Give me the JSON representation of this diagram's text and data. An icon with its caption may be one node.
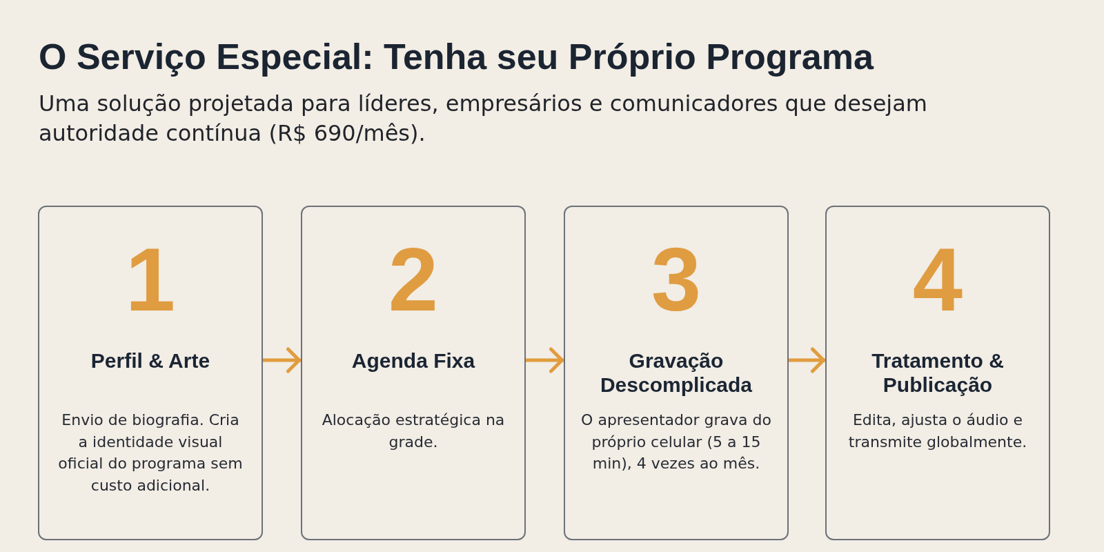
{
  "diagram": {
    "title": "O Serviço Especial: Tenha seu Próprio Programa",
    "nodes": [
      {
        "text": [
          "1",
          "Perfil & Arte",
          "Envio de biografia. Cria a identidade visual oficial do programa sem custo adicional."
        ]
      },
      {
        "text": [
          "2",
          "Agenda Fixa",
          "Alocação estratégica na grade."
        ]
      },
      {
        "text": [
          "3",
          "Gravação Descomplicada",
          "O apresentador grava do próprio celular (5 a 15 min), 4 vezes ao mês."
        ]
      },
      {
        "text": [
          "4",
          "Tratamento & Publicação",
          "Edita, ajusta o áudio e transmite globalmente."
        ]
      }
    ],
    "edges": [
      {
        "from": 0,
        "to": 1,
        "arrow": "to"
      },
      {
        "from": 1,
        "to": 2,
        "arrow": "to"
      },
      {
        "from": 2,
        "to": 3,
        "arrow": "to"
      }
    ],
    "labels": [
      "Uma solução projetada para líderes, empresários e comunicadores que desejam autoridade contínua (R$ 690/mês)."
    ]
  }
}
